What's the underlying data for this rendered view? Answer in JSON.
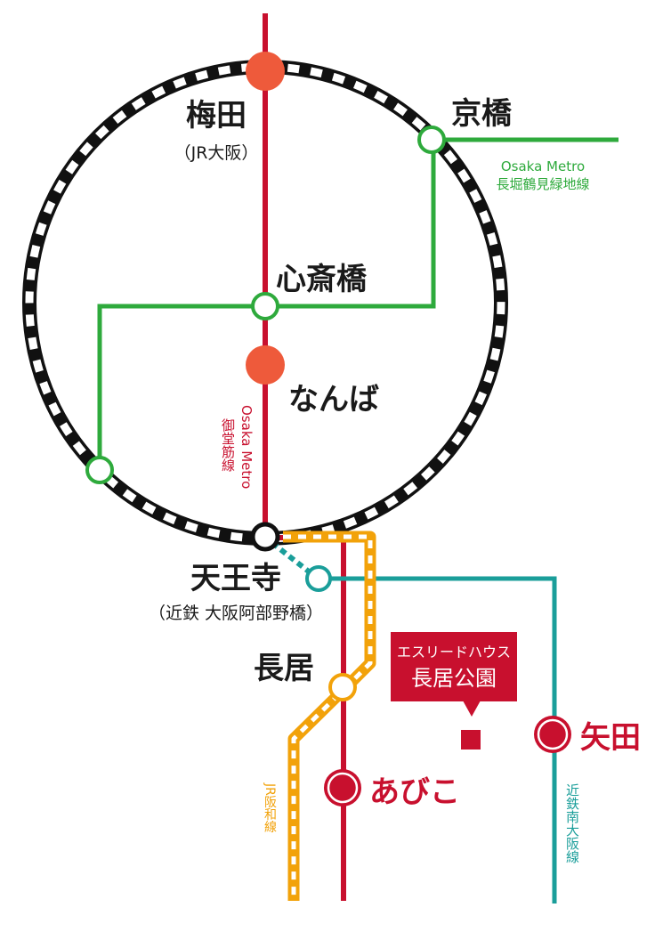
{
  "colors": {
    "midosuji": "#c8102e",
    "nagahori": "#2eaa3c",
    "jr_hanwa": "#f2a20a",
    "kintetsu": "#1a9e9a",
    "loop": "#111111",
    "major_station": "#ee5a3b",
    "property": "#c8102e"
  },
  "stations": {
    "umeda": "梅田",
    "umeda_sub": "（JR大阪）",
    "kyobashi": "京橋",
    "shinsaibashi": "心斎橋",
    "namba": "なんば",
    "tennoji": "天王寺",
    "tennoji_sub": "（近鉄 大阪阿部野橋）",
    "nagai": "長居",
    "abiko": "あびこ",
    "yata": "矢田"
  },
  "lines": {
    "nagahori_1": "Osaka Metro",
    "nagahori_2": "長堀鶴見緑地線",
    "midosuji_1": "Osaka Metro",
    "midosuji_2": "御堂筋線",
    "jr_hanwa": "JR阪和線",
    "kintetsu": "近鉄南大阪線"
  },
  "property": {
    "line1": "エスリードハウス",
    "line2": "長居公園"
  }
}
